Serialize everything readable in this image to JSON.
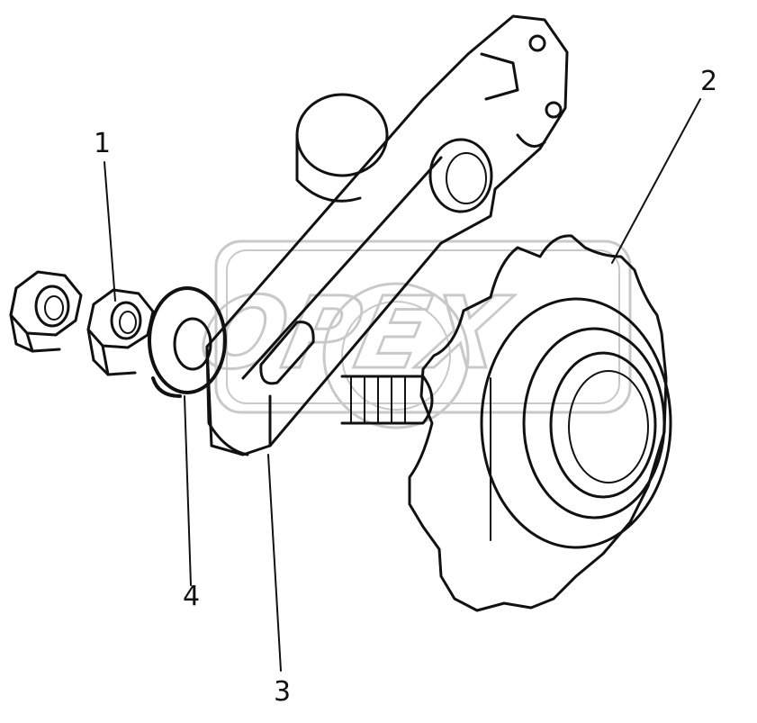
{
  "callouts": [
    {
      "id": "1",
      "label": "1"
    },
    {
      "id": "2",
      "label": "2"
    },
    {
      "id": "3",
      "label": "3"
    },
    {
      "id": "4",
      "label": "4"
    }
  ],
  "watermark": {
    "text": "OPEX"
  },
  "colors": {
    "ink": "#111111",
    "watermark": "#c9c9c9",
    "paper": "#ffffff"
  }
}
